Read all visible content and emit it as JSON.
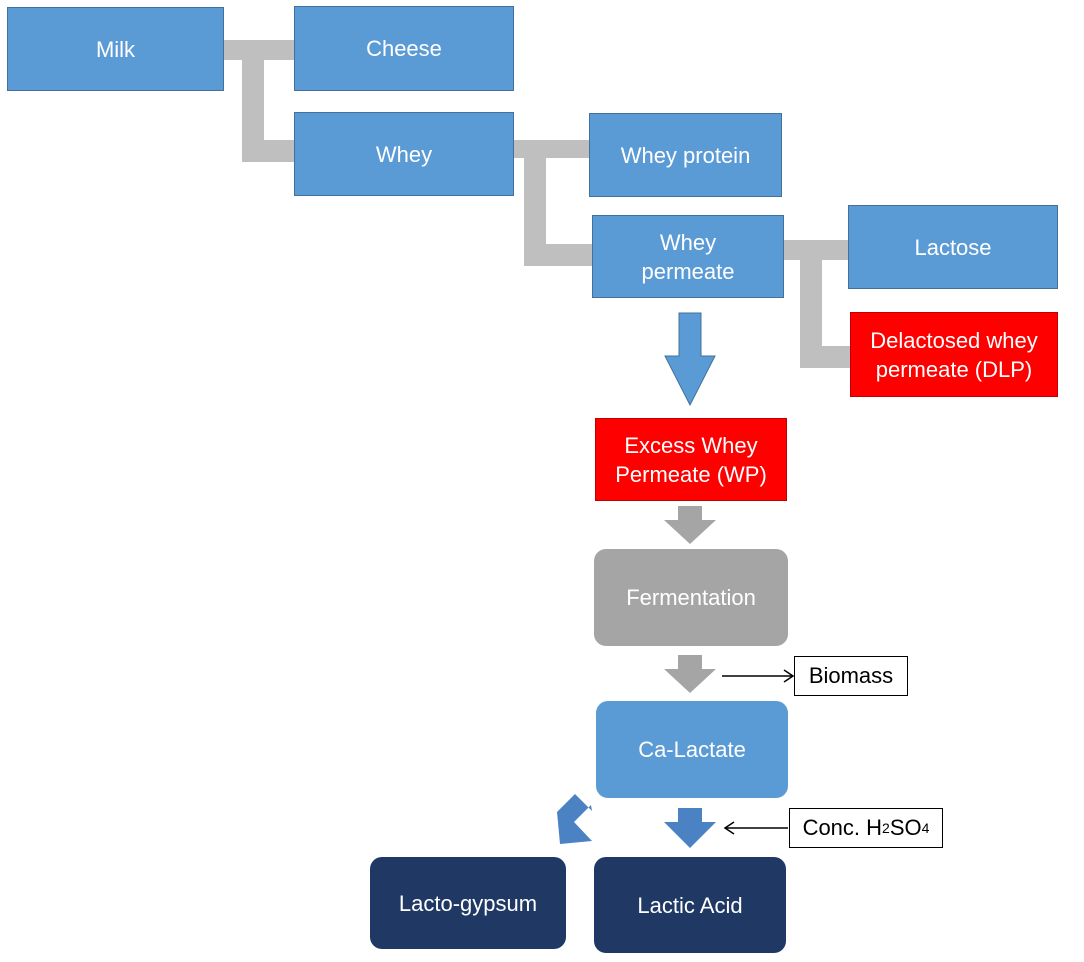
{
  "diagram": {
    "nodes": {
      "milk": "Milk",
      "cheese": "Cheese",
      "whey": "Whey",
      "whey_protein": "Whey protein",
      "whey_permeate": "Whey\npermeate",
      "lactose": "Lactose",
      "dlp": "Delactosed whey\npermeate (DLP)",
      "excess_wp": "Excess Whey\nPermeate (WP)",
      "fermentation": "Fermentation",
      "ca_lactate": "Ca-Lactate",
      "lacto_gypsum": "Lacto-gypsum",
      "lactic_acid": "Lactic Acid"
    },
    "labels": {
      "biomass": "Biomass",
      "acid_prefix": "Conc. H",
      "acid_sub1": "2",
      "acid_mid": "SO",
      "acid_sub2": "4"
    },
    "colors": {
      "blue": "#5b9bd5",
      "red": "#ff0000",
      "grey": "#a5a5a5",
      "navy": "#1f3864",
      "connector": "#bfbfbf"
    }
  }
}
